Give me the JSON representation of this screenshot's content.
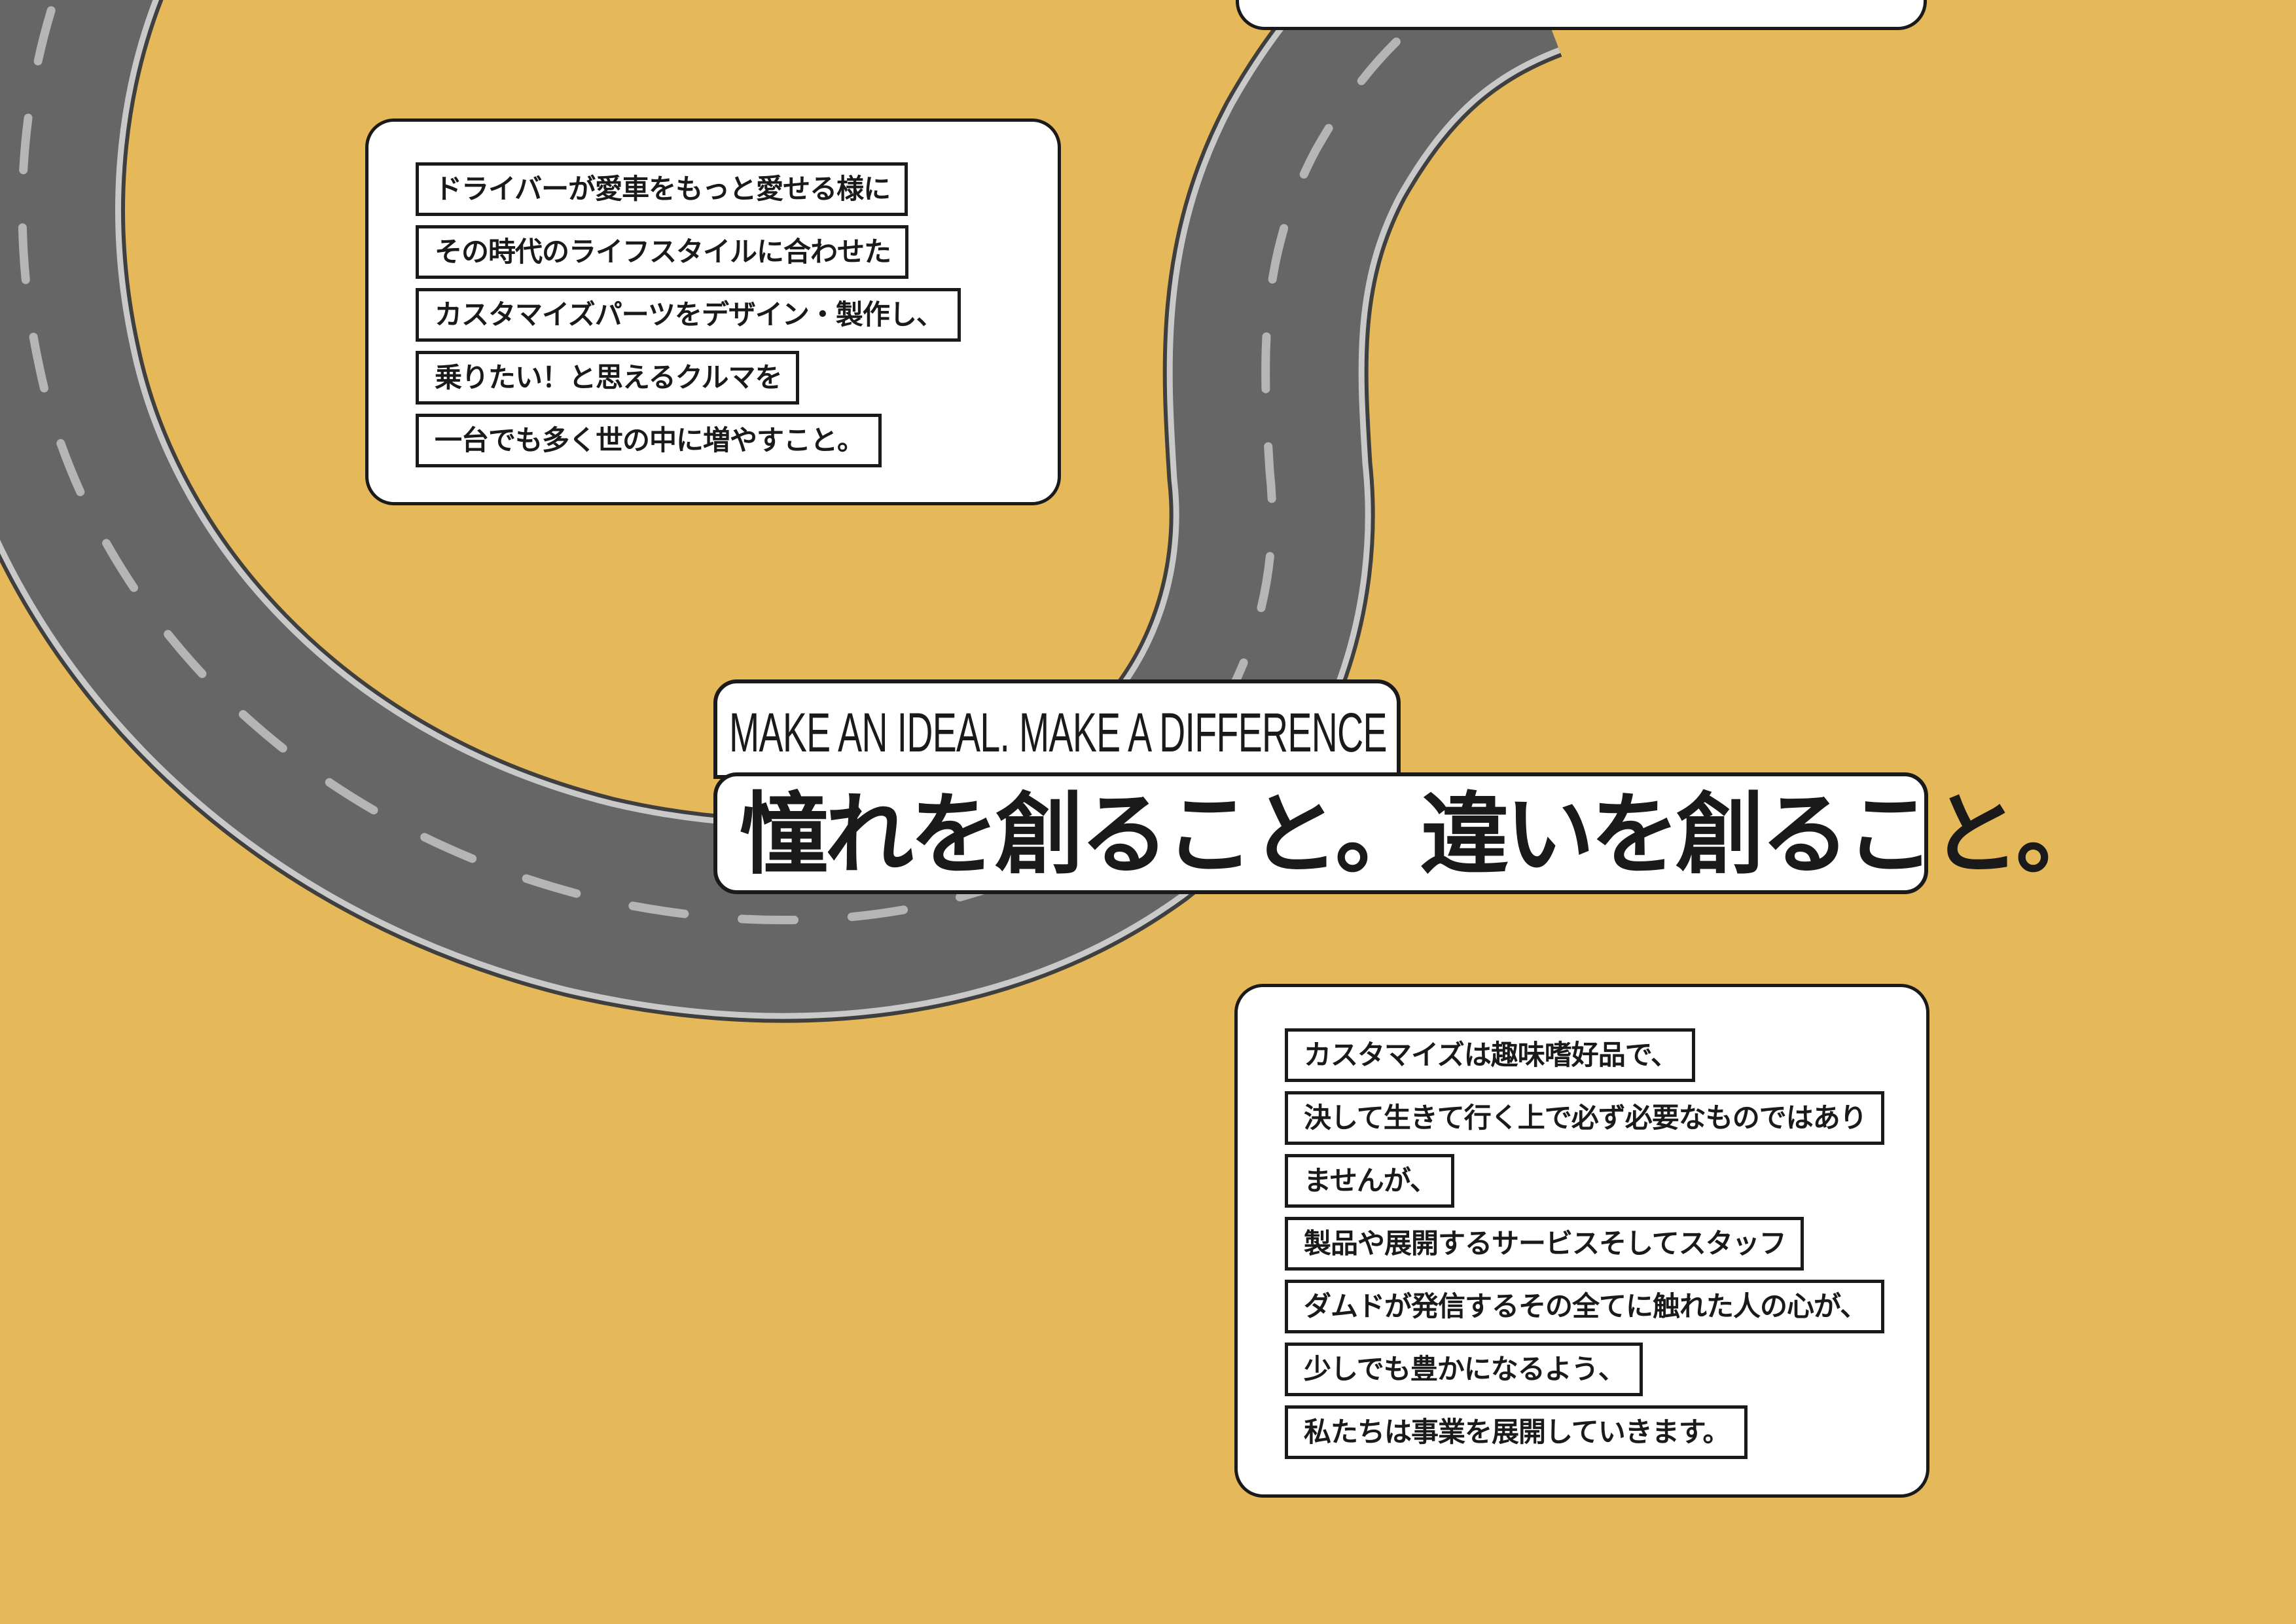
{
  "theme": {
    "background": "#E5B85A",
    "road_asphalt": "#666666",
    "road_edge_dark": "#3f3f3f",
    "road_edge_line": "#c9c9c9",
    "road_center_dash": "#b5b5b5",
    "card_border": "#1a1a1a",
    "card_fill": "#ffffff"
  },
  "card_left": {
    "lines": [
      "ドライバーが愛車をもっと愛せる様に",
      "その時代のライフスタイルに合わせた",
      "カスタマイズパーツをデザイン・製作し、",
      "乗りたい！と思えるクルマを",
      "一台でも多く世の中に増やすこと。"
    ]
  },
  "tagline": {
    "en": "MAKE AN IDEAL. MAKE A DIFFERENCE",
    "jp": "憧れを創ること。違いを創ること。"
  },
  "card_right": {
    "lines": [
      "カスタマイズは趣味嗜好品で、",
      "決して生きて行く上で必ず必要なものではあり",
      "ませんが、",
      "製品や展開するサービスそしてスタッフ",
      "ダムドが発信するその全てに触れた人の心が、",
      "少しでも豊かになるよう、",
      "私たちは事業を展開していきます。"
    ]
  }
}
